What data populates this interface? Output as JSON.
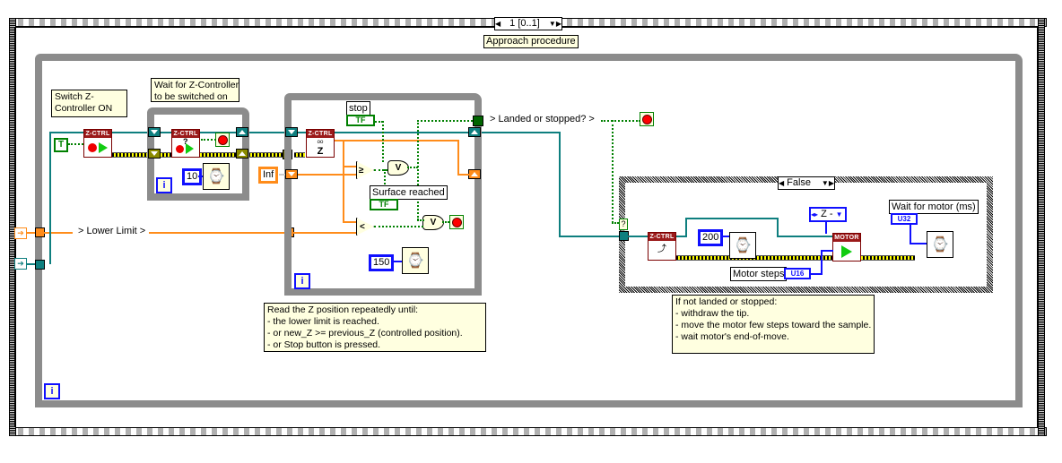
{
  "sequence": {
    "selector": "1 [0..1]",
    "frame_label": "Approach procedure"
  },
  "comments": {
    "switch_on": "Switch Z-\nController ON",
    "wait_switched": "Wait for Z-Controller\nto be switched on",
    "read_z": "Read the Z position repeatedly until:\n- the lower limit is reached.\n- or new_Z >= previous_Z (controlled position).\n- or Stop button is pressed.",
    "not_landed": "If not landed or stopped:\n- withdraw the tip.\n- move the motor few steps toward the sample.\n- wait motor's end-of-move."
  },
  "labels": {
    "lower_limit": "> Lower Limit >",
    "landed": "> Landed or stopped? >",
    "stop": "stop",
    "surface_reached": "Surface reached",
    "motor_steps": "Motor steps",
    "wait_motor": "Wait for motor (ms)"
  },
  "constants": {
    "true_const": "T",
    "wait1_ms": "10",
    "inf": "Inf",
    "wait2_ms": "150",
    "wait3_ms": "200",
    "motor_dir": "Z -"
  },
  "subvis": {
    "zctrl": "Z-CTRL",
    "motor": "MOTOR"
  },
  "case": {
    "selector": "False"
  },
  "controls": {
    "stop_type": "TF",
    "surface_type": "TF",
    "motor_steps_type": "U16",
    "wait_motor_type": "U32"
  },
  "loop_iter": "i",
  "gates": {
    "or_symbol": "V",
    "ge_symbol": "≥",
    "lt_symbol": "<"
  },
  "case_terminal": "?",
  "colors": {
    "structure_gray": "#8c8c8c",
    "wire_teal": "#0e7f7f",
    "wire_orange": "#ff8c1a",
    "wire_bool": "#008000",
    "subvi_red": "#9b1a1a",
    "numeric_blue": "#1010ff",
    "comment_bg": "#ffffe0"
  }
}
